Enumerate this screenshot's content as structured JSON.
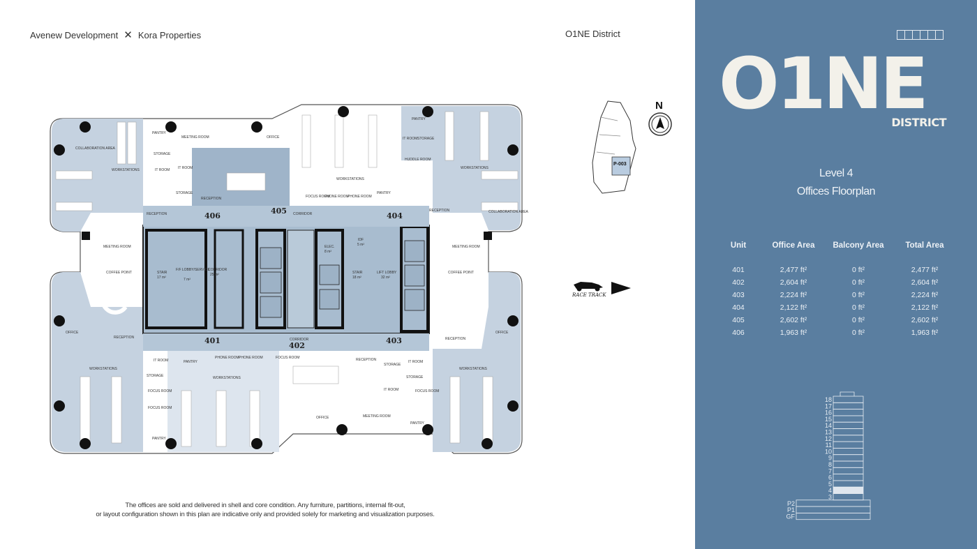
{
  "header": {
    "developer": "Avenew Development",
    "separator": "✕",
    "partner": "Kora Properties",
    "project": "O1NE District"
  },
  "disclaimer": {
    "line1": "The offices are sold and delivered in shell and core condition. Any furniture, partitions, internal fit-out,",
    "line2": "or layout configuration shown in this plan are indicative only and provided solely for marketing and visualization purposes."
  },
  "floorplan": {
    "unit_numbers": [
      "401",
      "402",
      "403",
      "404",
      "405",
      "406"
    ],
    "rooms": {
      "pantry": "PANTRY",
      "meeting_room": "MEETING ROOM",
      "office": "OFFICE",
      "storage": "STORAGE",
      "it_room": "IT ROOM",
      "reception": "RECEPTION",
      "workstations": "WORKSTATIONS",
      "collaboration": "COLLABORATION AREA",
      "coffee_point": "COFFEE POINT",
      "focus_room": "FOCUS ROOM",
      "phone_room": "PHONE ROOM",
      "huddle_room": "HUDDLE ROOM",
      "corridor": "CORRIDOR",
      "corridor_area": "25 m²",
      "stair_left": "STAIR",
      "stair_left_area": "17 m²",
      "ff_lobby": "F/F LOBBY/SERVICE",
      "ff_lobby_area": "7 m²",
      "elec": "ELEC.",
      "elec_area": "8 m²",
      "idf": "IDF",
      "idf_area": "5 m²",
      "stair_right": "STAIR",
      "stair_right_area": "18 m²",
      "lift_lobby": "LIFT LOBBY",
      "lift_lobby_area": "32 m²"
    }
  },
  "keyplan": {
    "unit_tag": "P-003",
    "north": "N"
  },
  "race_track": "RACE TRACK",
  "panel": {
    "logo": "O1NE",
    "logo_sub": "DISTRICT",
    "level": "Level 4",
    "plan_type": "Offices Floorplan",
    "table_headers": [
      "Unit",
      "Office Area",
      "Balcony Area",
      "Total Area"
    ],
    "table_rows": [
      [
        "401",
        "2,477 ft²",
        "0 ft²",
        "2,477 ft²"
      ],
      [
        "402",
        "2,604 ft²",
        "0 ft²",
        "2,604 ft²"
      ],
      [
        "403",
        "2,224 ft²",
        "0 ft²",
        "2,224 ft²"
      ],
      [
        "404",
        "2,122 ft²",
        "0 ft²",
        "2,122 ft²"
      ],
      [
        "405",
        "2,602 ft²",
        "0 ft²",
        "2,602 ft²"
      ],
      [
        "406",
        "1,963 ft²",
        "0 ft²",
        "1,963 ft²"
      ]
    ],
    "floors": [
      "18",
      "17",
      "16",
      "15",
      "14",
      "13",
      "12",
      "11",
      "10",
      "9",
      "8",
      "7",
      "6",
      "5",
      "4",
      "3",
      "P2",
      "P1",
      "GF"
    ],
    "highlight_floor": "4"
  }
}
